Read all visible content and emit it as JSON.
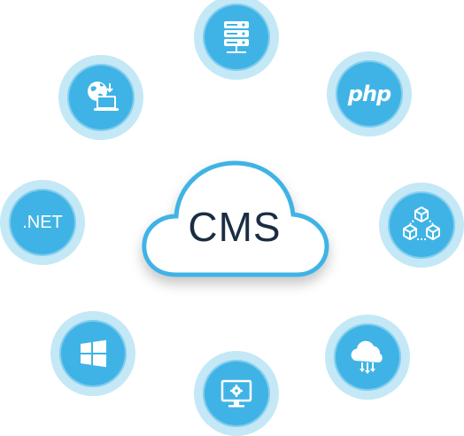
{
  "center": {
    "label": "CMS"
  },
  "nodes": [
    {
      "id": "server",
      "icon": "server-rack-icon"
    },
    {
      "id": "php",
      "label": "php"
    },
    {
      "id": "network",
      "icon": "network-cubes-icon"
    },
    {
      "id": "cloud",
      "icon": "cloud-download-icon"
    },
    {
      "id": "settings",
      "icon": "monitor-gear-icon"
    },
    {
      "id": "windows",
      "icon": "windows-logo-icon"
    },
    {
      "id": "dotnet",
      "label": ".NET"
    },
    {
      "id": "web",
      "icon": "globe-laptop-icon"
    }
  ],
  "colors": {
    "ring": "#c4e8f6",
    "circle": "#3fb3e5",
    "cloud_border": "#3fb3e5",
    "cloud_fill": "#ffffff",
    "cms_text": "#1b2d43"
  }
}
